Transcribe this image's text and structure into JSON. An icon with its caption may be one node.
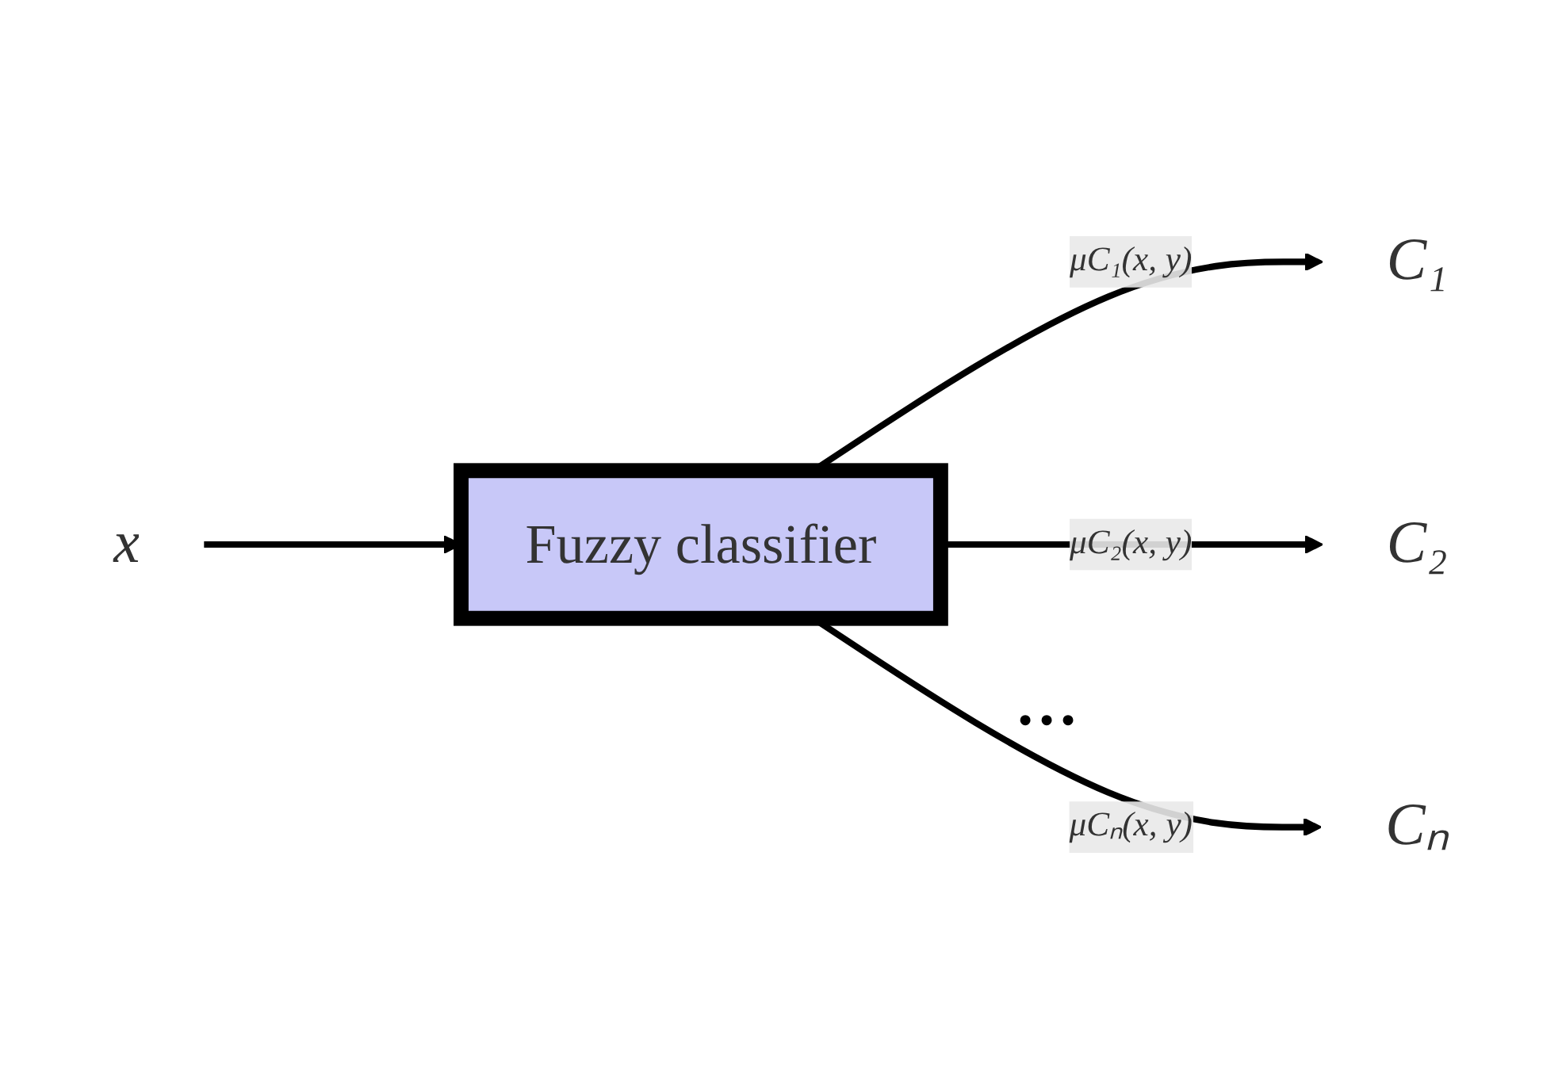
{
  "diagram": {
    "nodes": [
      {
        "text": [
          "x"
        ]
      },
      {
        "text": [
          "Fuzzy classifier"
        ]
      },
      {
        "text": [
          "C₁"
        ]
      },
      {
        "text": [
          "C₂"
        ]
      },
      {
        "text": [
          "Cₙ"
        ]
      }
    ],
    "edges": [
      {
        "from": 0,
        "to": 1,
        "arrow": "to"
      },
      {
        "from": 1,
        "to": 2,
        "arrow": "to",
        "label": "μC₁(x, y)"
      },
      {
        "from": 1,
        "to": 3,
        "arrow": "to",
        "label": "μC₂(x, y)"
      },
      {
        "from": 1,
        "to": 4,
        "arrow": "to",
        "label": "μCₙ(x, y)"
      }
    ],
    "labels": [
      "…"
    ]
  }
}
